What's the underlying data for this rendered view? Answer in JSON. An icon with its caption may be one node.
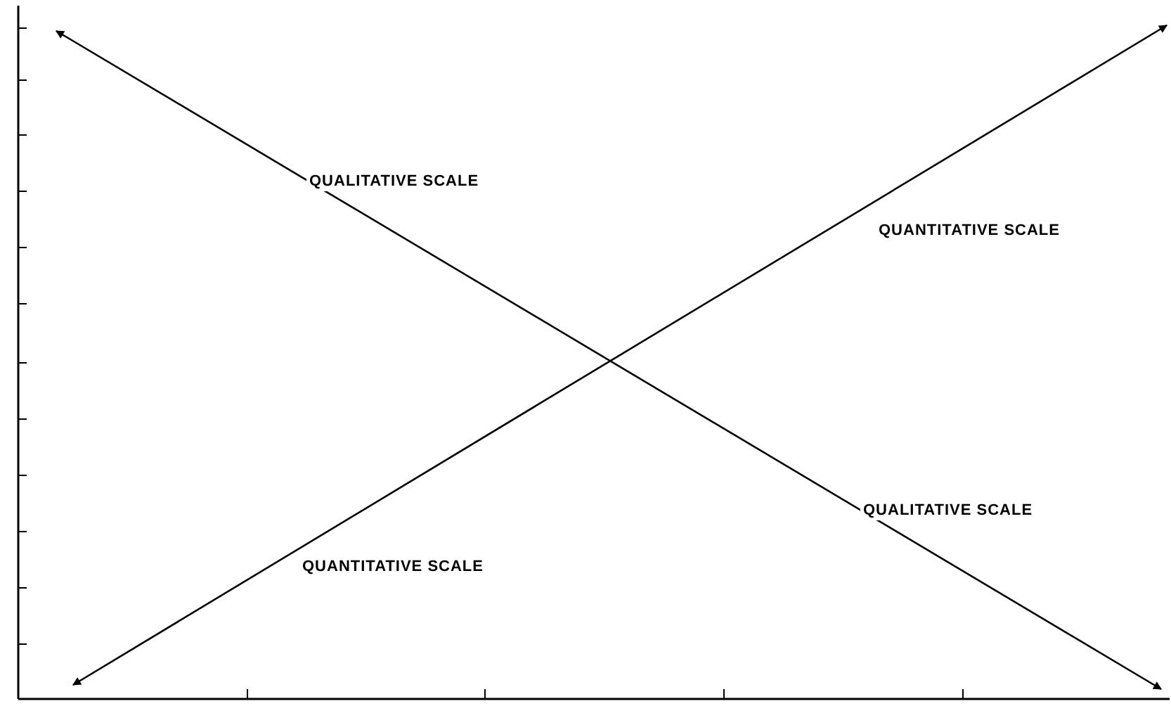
{
  "diagram": {
    "labels": [
      "QUALITATIVE SCALE",
      "QUANTITATIVE SCALE",
      "QUALITATIVE SCALE",
      "QUANTITATIVE SCALE"
    ]
  }
}
